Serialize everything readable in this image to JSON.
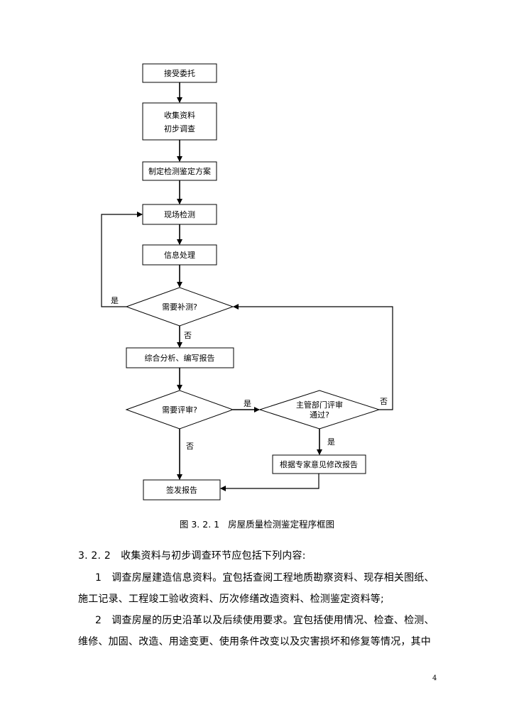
{
  "flowchart": {
    "nodes": {
      "accept": "接受委托",
      "collect_1": "收集资料",
      "collect_2": "初步调查",
      "plan": "制定检测鉴定方案",
      "onsite": "现场检测",
      "process": "信息处理",
      "need_more": "需要补测?",
      "report": "综合分析、编写报告",
      "need_review": "需要评审?",
      "dept_review_1": "主管部门评审",
      "dept_review_2": "通过?",
      "revise": "根据专家意见修改报告",
      "issue": "签发报告"
    },
    "labels": {
      "yes_loop": "是",
      "no_after_need_more": "否",
      "yes_to_review": "是",
      "no_review_back": "否",
      "no_to_issue": "否",
      "yes_to_revise": "是"
    }
  },
  "caption": {
    "number": "图 3. 2. 1",
    "title": "房屋质量检测鉴定程序框图"
  },
  "body": {
    "heading": "3. 2. 2　收集资料与初步调查环节应包括下列内容:",
    "item1_line1": "1　调查房屋建造信息资料。宜包括查阅工程地质勘察资料、现存相关图纸、",
    "item1_line2": "施工记录、工程竣工验收资料、历次修缮改造资料、检测鉴定资料等;",
    "item2_line1": "2　调查房屋的历史沿革以及后续使用要求。宜包括使用情况、检查、检测、",
    "item2_line2": "维修、加固、改造、用途变更、使用条件改变以及灾害损坏和修复等情况，其中"
  },
  "page_number": "4"
}
